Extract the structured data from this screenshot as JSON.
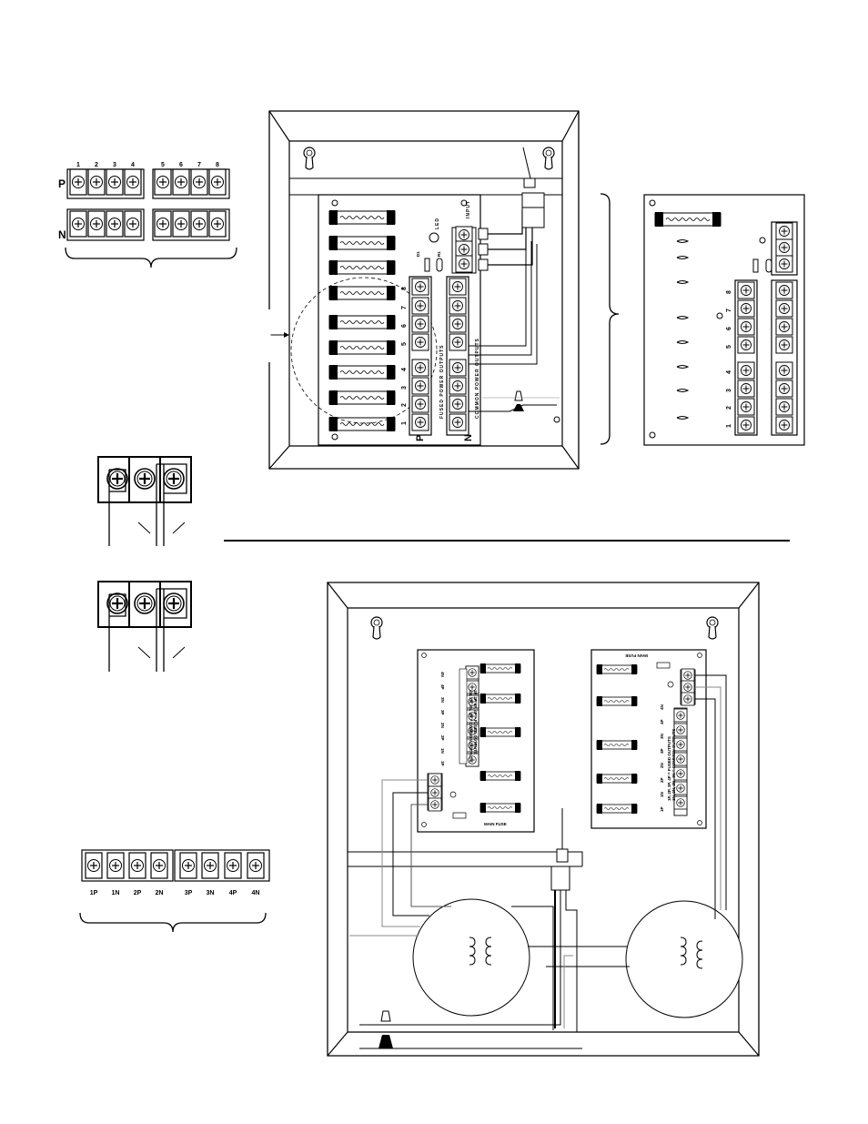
{
  "top_left_strip": {
    "numbers": [
      "1",
      "2",
      "3",
      "4",
      "5",
      "6",
      "7",
      "8"
    ],
    "row_p": "P",
    "row_n": "N"
  },
  "top_board": {
    "fused_outputs": [
      "1",
      "2",
      "3",
      "4",
      "5",
      "6",
      "7",
      "8"
    ],
    "p_label": "P",
    "n_label": "N",
    "input_label": "INPUT",
    "led_label": "LED",
    "d1_label": "D1",
    "r1_label": "R1",
    "fused_power_outputs_label": "FUSED   POWER   OUTPUTS",
    "common_power_outputs_label": "COMMON   POWER   OUTPUTS"
  },
  "top_right_board": {
    "numbers": [
      "1",
      "2",
      "3",
      "4",
      "5",
      "6",
      "7",
      "8"
    ]
  },
  "bottom_left_strip": {
    "labels": [
      "1P",
      "1N",
      "2P",
      "2N",
      "3P",
      "3N",
      "4P",
      "4N"
    ]
  },
  "bottom_enclosure": {
    "left_board": {
      "main_fuse": "MAIN FUSE",
      "legend_1": "1P, 2P, 3P, 4P = FUSED OUTPUTS",
      "legend_2": "1N, 2N, 3N, 4N = COMMON OUTPUTS",
      "terminals": [
        "1P",
        "1N",
        "2P",
        "2N",
        "3P",
        "3N",
        "4P",
        "4N"
      ]
    },
    "right_board": {
      "main_fuse": "MAIN FUSE",
      "legend_1": "1P, 2P, 3P, 4P = FUSED OUTPUTS",
      "legend_2": "1N, 2N, 3N, 4N = COMMON OUTPUTS",
      "terminals": [
        "1P",
        "1N",
        "2P",
        "2N",
        "3P",
        "3N",
        "4P",
        "4N"
      ]
    }
  }
}
